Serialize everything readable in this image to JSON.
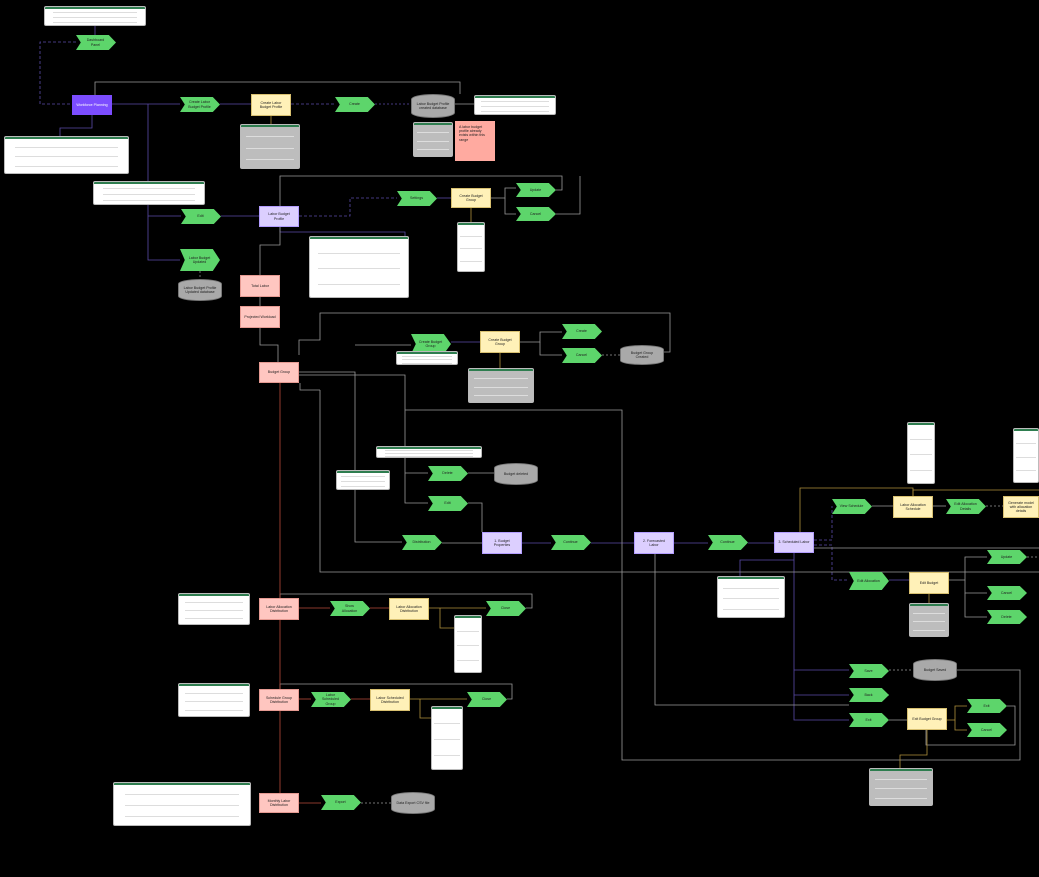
{
  "diagram": {
    "colors": {
      "action": "#5dd56b",
      "process": "#fff1b8",
      "page": "#dccfff",
      "entry": "#7c4dff",
      "section": "#ffc6c0",
      "database": "#a9a9a9",
      "note": "#ffaaa0",
      "background": "#000000"
    },
    "nodes": [
      {
        "id": "dashboard-panel",
        "type": "chev",
        "label": "Dashboard Panel"
      },
      {
        "id": "workforce-planning",
        "type": "main",
        "label": "Workforce Planning"
      },
      {
        "id": "create-profile-action",
        "type": "chev",
        "label": "Create Labor Budget Profile"
      },
      {
        "id": "create-profile-dialog",
        "type": "proc",
        "label": "Create Labor Budget Profile"
      },
      {
        "id": "create-action",
        "type": "chev",
        "label": "Create"
      },
      {
        "id": "profile-created-db",
        "type": "db",
        "label": "Labor Budget Profile created database"
      },
      {
        "id": "profile-exists-note",
        "type": "note",
        "label": "A labor budget profile already exists within this range"
      },
      {
        "id": "edit-action",
        "type": "chev",
        "label": "Edit"
      },
      {
        "id": "labor-budget-profile",
        "type": "page",
        "label": "Labor Budget Profile"
      },
      {
        "id": "settings-action",
        "type": "chev",
        "label": "Settings"
      },
      {
        "id": "settings-dialog",
        "type": "proc",
        "label": "Create Budget Group"
      },
      {
        "id": "settings-update",
        "type": "chev",
        "label": "Update"
      },
      {
        "id": "settings-cancel",
        "type": "chev",
        "label": "Cancel"
      },
      {
        "id": "profile-updated-action",
        "type": "chev",
        "label": "Labor Budget Updated"
      },
      {
        "id": "profile-updated-db",
        "type": "db",
        "label": "Labor Budget Profile Updated database"
      },
      {
        "id": "total-labor",
        "type": "sect",
        "label": "Total Labor"
      },
      {
        "id": "projected-workload",
        "type": "sect",
        "label": "Projected Workload"
      },
      {
        "id": "budget-group",
        "type": "sect",
        "label": "Budget Group"
      },
      {
        "id": "create-group-action",
        "type": "chev",
        "label": "Create Budget Group"
      },
      {
        "id": "create-group-dialog",
        "type": "proc",
        "label": "Create Budget Group"
      },
      {
        "id": "group-create",
        "type": "chev",
        "label": "Create"
      },
      {
        "id": "group-cancel",
        "type": "chev",
        "label": "Cancel"
      },
      {
        "id": "group-created-db",
        "type": "db",
        "label": "Budget Group Created"
      },
      {
        "id": "delete-action",
        "type": "chev",
        "label": "Delete"
      },
      {
        "id": "budget-deleted-db",
        "type": "db",
        "label": "Budget deleted"
      },
      {
        "id": "group-edit-action",
        "type": "chev",
        "label": "Edit"
      },
      {
        "id": "distribution-action",
        "type": "chev",
        "label": "Distribution"
      },
      {
        "id": "budget-properties",
        "type": "page",
        "label": "1. Budget Properties"
      },
      {
        "id": "continue-1",
        "type": "chev",
        "label": "Continue"
      },
      {
        "id": "forecasted-labor",
        "type": "page",
        "label": "2. Forecasted Labor"
      },
      {
        "id": "continue-2",
        "type": "chev",
        "label": "Continue"
      },
      {
        "id": "scheduled-labor",
        "type": "page",
        "label": "3. Scheduled Labor"
      },
      {
        "id": "view-schedule",
        "type": "chev",
        "label": "View Schedule"
      },
      {
        "id": "allocation-schedule",
        "type": "proc",
        "label": "Labor Allocation Schedule"
      },
      {
        "id": "edit-allocation-details",
        "type": "chev",
        "label": "Edit Allocation Details"
      },
      {
        "id": "generate-model",
        "type": "proc",
        "label": "Generate model with allocation details"
      },
      {
        "id": "edit-allocation",
        "type": "chev",
        "label": "Edit Allocation"
      },
      {
        "id": "edit-budget",
        "type": "proc",
        "label": "Edit Budget"
      },
      {
        "id": "budget-update",
        "type": "chev",
        "label": "Update"
      },
      {
        "id": "budget-cancel",
        "type": "chev",
        "label": "Cancel"
      },
      {
        "id": "budget-delete",
        "type": "chev",
        "label": "Delete"
      },
      {
        "id": "save-action",
        "type": "chev",
        "label": "Save"
      },
      {
        "id": "budget-saved-db",
        "type": "db",
        "label": "Budget Saved"
      },
      {
        "id": "back-action",
        "type": "chev",
        "label": "Back"
      },
      {
        "id": "exit-action",
        "type": "chev",
        "label": "Exit"
      },
      {
        "id": "exit-group-dialog",
        "type": "proc",
        "label": "Exit Budget Group"
      },
      {
        "id": "exit-confirm",
        "type": "chev",
        "label": "Exit"
      },
      {
        "id": "exit-cancel",
        "type": "chev",
        "label": "Cancel"
      },
      {
        "id": "allocation-distribution",
        "type": "sect",
        "label": "Labor Allocation Distribution"
      },
      {
        "id": "show-allocation",
        "type": "chev",
        "label": "Show Allocation"
      },
      {
        "id": "allocation-distribution-panel",
        "type": "proc",
        "label": "Labor Allocation Distribution"
      },
      {
        "id": "allocation-close",
        "type": "chev",
        "label": "Close"
      },
      {
        "id": "schedule-group-distribution",
        "type": "sect",
        "label": "Schedule Group Distribution"
      },
      {
        "id": "labor-scheduled-group",
        "type": "chev",
        "label": "Labor Scheduled Group"
      },
      {
        "id": "scheduled-distribution-panel",
        "type": "proc",
        "label": "Labor Scheduled Distribution"
      },
      {
        "id": "scheduled-close",
        "type": "chev",
        "label": "Close"
      },
      {
        "id": "monthly-distribution",
        "type": "sect",
        "label": "Monthly Labor Distribution"
      },
      {
        "id": "export-action",
        "type": "chev",
        "label": "Export"
      },
      {
        "id": "export-db",
        "type": "db",
        "label": "Data Export CSV file"
      }
    ],
    "screenshots": [
      "dashboard-screen",
      "workforce-screen",
      "create-profile-screen",
      "profile-exists-screen",
      "profile-list-screen",
      "profile-table-screen",
      "labor-profile-screen",
      "settings-screen",
      "create-group-input-screen",
      "create-group-dialog-screen",
      "group-row-screen",
      "group-menu-screen",
      "schedule-table-screen",
      "allocation-table-screen",
      "forecast-calendar-screen",
      "edit-budget-screen",
      "exit-dialog-screen",
      "allocation-chart-screen",
      "allocation-list-screen",
      "schedule-chart-screen",
      "schedule-list-screen",
      "monthly-chart-screen"
    ]
  }
}
